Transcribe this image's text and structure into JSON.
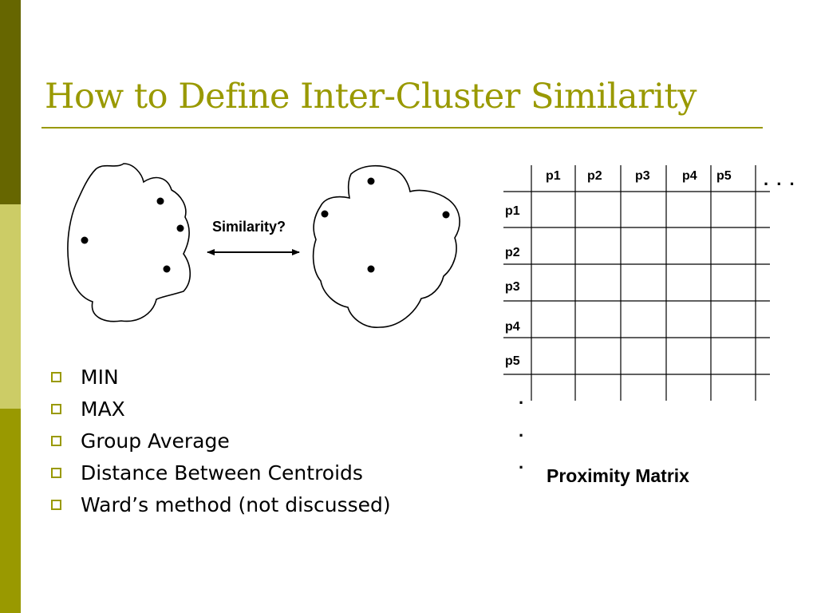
{
  "slide": {
    "title": "How to Define Inter-Cluster Similarity",
    "bullets": [
      "MIN",
      "MAX",
      "Group Average",
      "Distance Between Centroids",
      "Ward’s method (not discussed)"
    ]
  },
  "diagram": {
    "similarity_label": "Similarity?",
    "caption": "Proximity Matrix",
    "matrix": {
      "columns": [
        "p1",
        "p2",
        "p3",
        "p4",
        "p5"
      ],
      "rows": [
        "p1",
        "p2",
        "p3",
        "p4",
        "p5"
      ],
      "more_columns": ". . .",
      "more_rows": "."
    }
  },
  "colors": {
    "accent": "#999900",
    "bar_dark": "#666600",
    "bar_light": "#cccc66"
  }
}
